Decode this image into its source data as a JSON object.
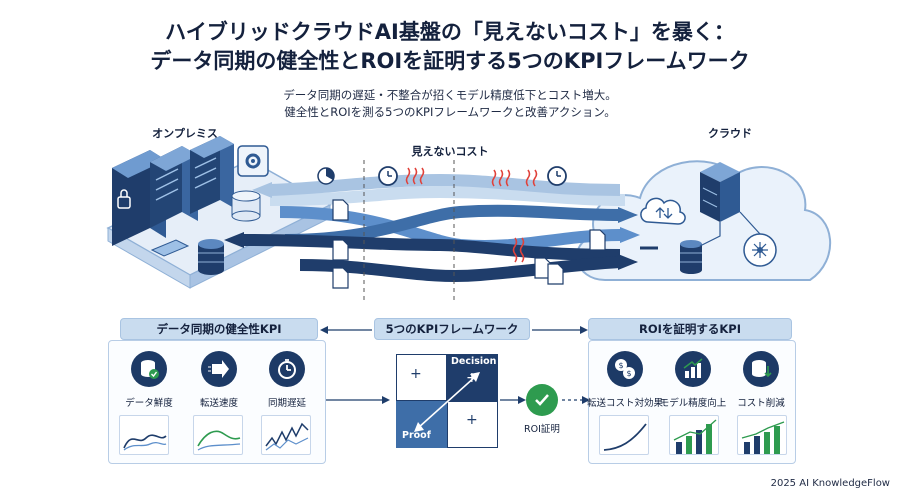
{
  "title": {
    "line1": "ハイブリッドクラウドAI基盤の「見えないコスト」を暴く：",
    "line2": "データ同期の健全性とROIを証明する5つのKPIフレームワーク"
  },
  "subtitle": {
    "line1": "データ同期の遅延・不整合が招くモデル精度低下とコスト増大。",
    "line2": "健全性とROIを測る5つのKPIフレームワークと改善アクション。"
  },
  "diagram": {
    "onprem_label": "オンプレミス",
    "cloud_label": "クラウド",
    "hidden_cost_label": "見えないコスト"
  },
  "framework": {
    "left_band": "データ同期の健全性KPI",
    "center_band": "5つのKPIフレームワーク",
    "right_band": "ROIを証明するKPI",
    "health_kpis": [
      {
        "label": "データ鮮度",
        "icon": "database-check-icon"
      },
      {
        "label": "転送速度",
        "icon": "fast-transfer-icon"
      },
      {
        "label": "同期遅延",
        "icon": "stopwatch-icon"
      }
    ],
    "roi_kpis": [
      {
        "label": "転送コスト対効果",
        "icon": "cost-exchange-icon"
      },
      {
        "label": "モデル精度向上",
        "icon": "bar-growth-icon"
      },
      {
        "label": "コスト削減",
        "icon": "cost-reduction-icon"
      }
    ],
    "matrix": {
      "decision_label": "Decision",
      "proof_label": "Proof",
      "plus": "+"
    },
    "roi_proof_label": "ROI証明"
  },
  "colors": {
    "navy": "#1d3a66",
    "accent_blue": "#4a86c8",
    "light_blue": "#c9dcef",
    "alert_red": "#e0413a",
    "check_green": "#2e9b4f"
  },
  "footer": "2025 AI KnowledgeFlow"
}
